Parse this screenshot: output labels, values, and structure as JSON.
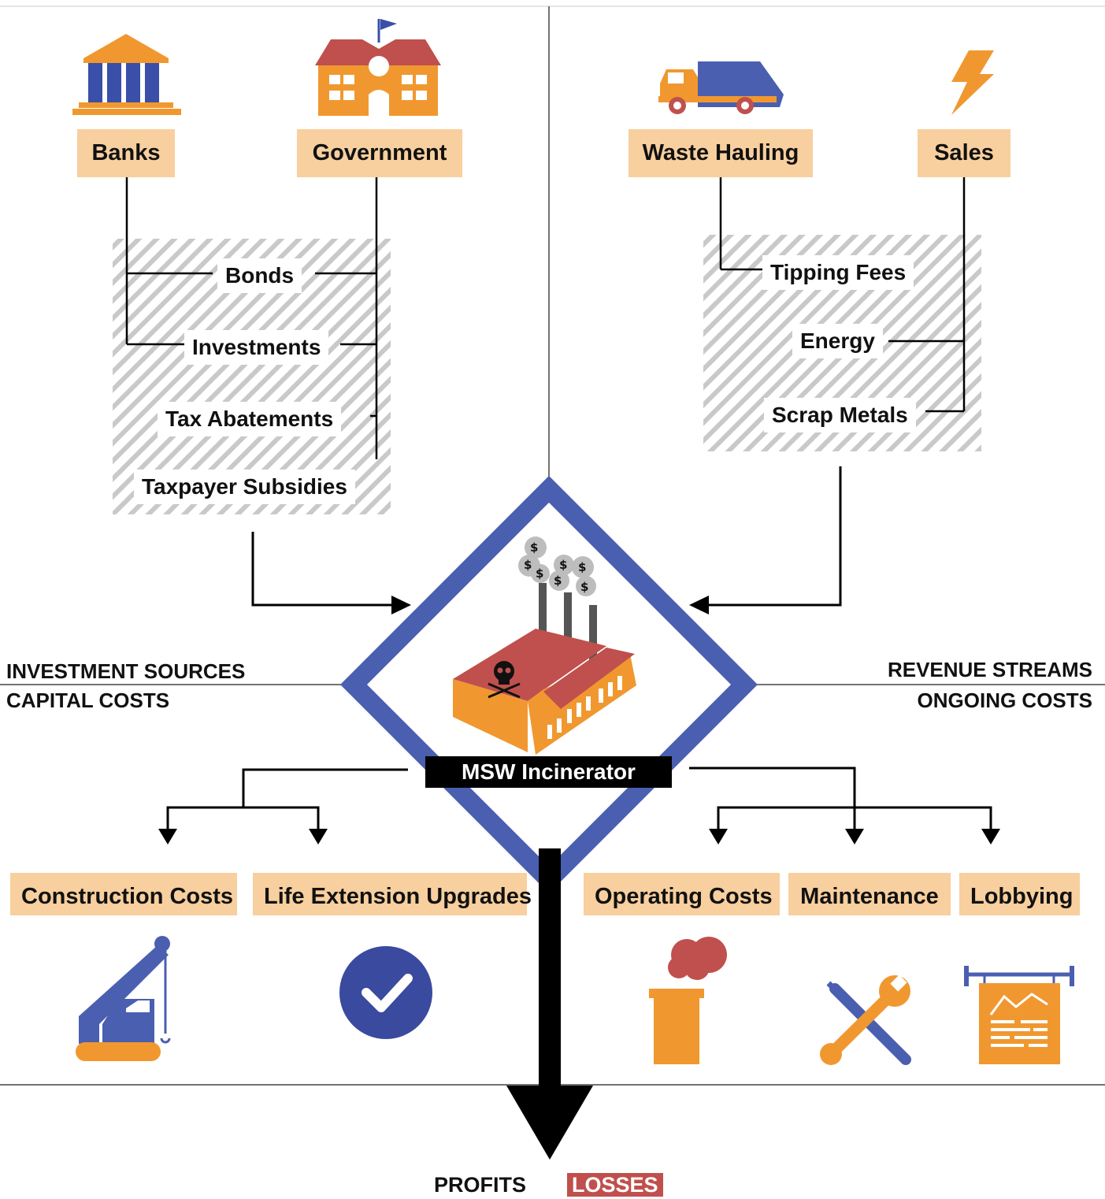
{
  "funding": {
    "banks": "Banks",
    "government": "Government",
    "bonds": "Bonds",
    "investments": "Investments",
    "tax_abatements": "Tax Abatements",
    "taxpayer_subsidies": "Taxpayer Subsidies"
  },
  "revenue": {
    "waste_hauling": "Waste Hauling",
    "sales": "Sales",
    "tipping_fees": "Tipping Fees",
    "energy": "Energy",
    "scrap_metals": "Scrap Metals"
  },
  "sections": {
    "investment_sources": "INVESTMENT SOURCES",
    "capital_costs": "CAPITAL COSTS",
    "revenue_streams": "REVENUE STREAMS",
    "ongoing_costs": "ONGOING COSTS"
  },
  "center_label": "MSW Incinerator",
  "costs": {
    "construction": "Construction Costs",
    "life_extension": "Life Extension Upgrades",
    "operating": "Operating Costs",
    "maintenance": "Maintenance",
    "lobbying": "Lobbying"
  },
  "outcome": {
    "profits": "PROFITS",
    "losses": "LOSSES"
  },
  "colors": {
    "label_fill": "#f8cf9e",
    "blue": "#4a5fb0",
    "orange": "#f0982f",
    "red": "#c0504d",
    "losses_red": "#c0504d"
  },
  "icons": [
    "bank-icon",
    "school-icon",
    "garbage-truck-icon",
    "lightning-icon",
    "factory-icon",
    "skull-icon",
    "crane-icon",
    "checkmark-icon",
    "smokestack-icon",
    "tools-icon",
    "chart-sign-icon"
  ]
}
